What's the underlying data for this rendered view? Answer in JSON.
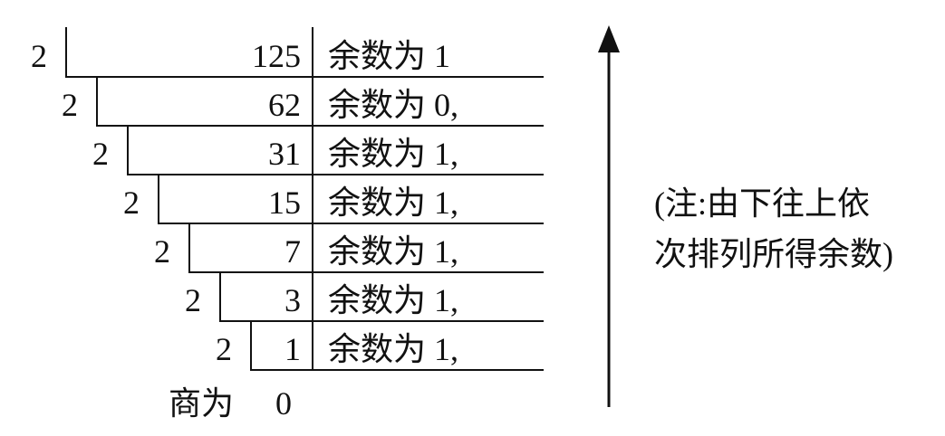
{
  "divisor": "2",
  "rows": [
    {
      "dividend": "125",
      "remainder_label": "余数为 1"
    },
    {
      "dividend": "62",
      "remainder_label": "余数为 0,"
    },
    {
      "dividend": "31",
      "remainder_label": "余数为 1,"
    },
    {
      "dividend": "15",
      "remainder_label": "余数为 1,"
    },
    {
      "dividend": "7",
      "remainder_label": "余数为 1,"
    },
    {
      "dividend": "3",
      "remainder_label": "余数为 1,"
    },
    {
      "dividend": "1",
      "remainder_label": "余数为 1,"
    }
  ],
  "final": {
    "label": "商为",
    "value": "0"
  },
  "note": {
    "line1": "(注:由下往上依",
    "line2": "次排列所得余数)"
  }
}
